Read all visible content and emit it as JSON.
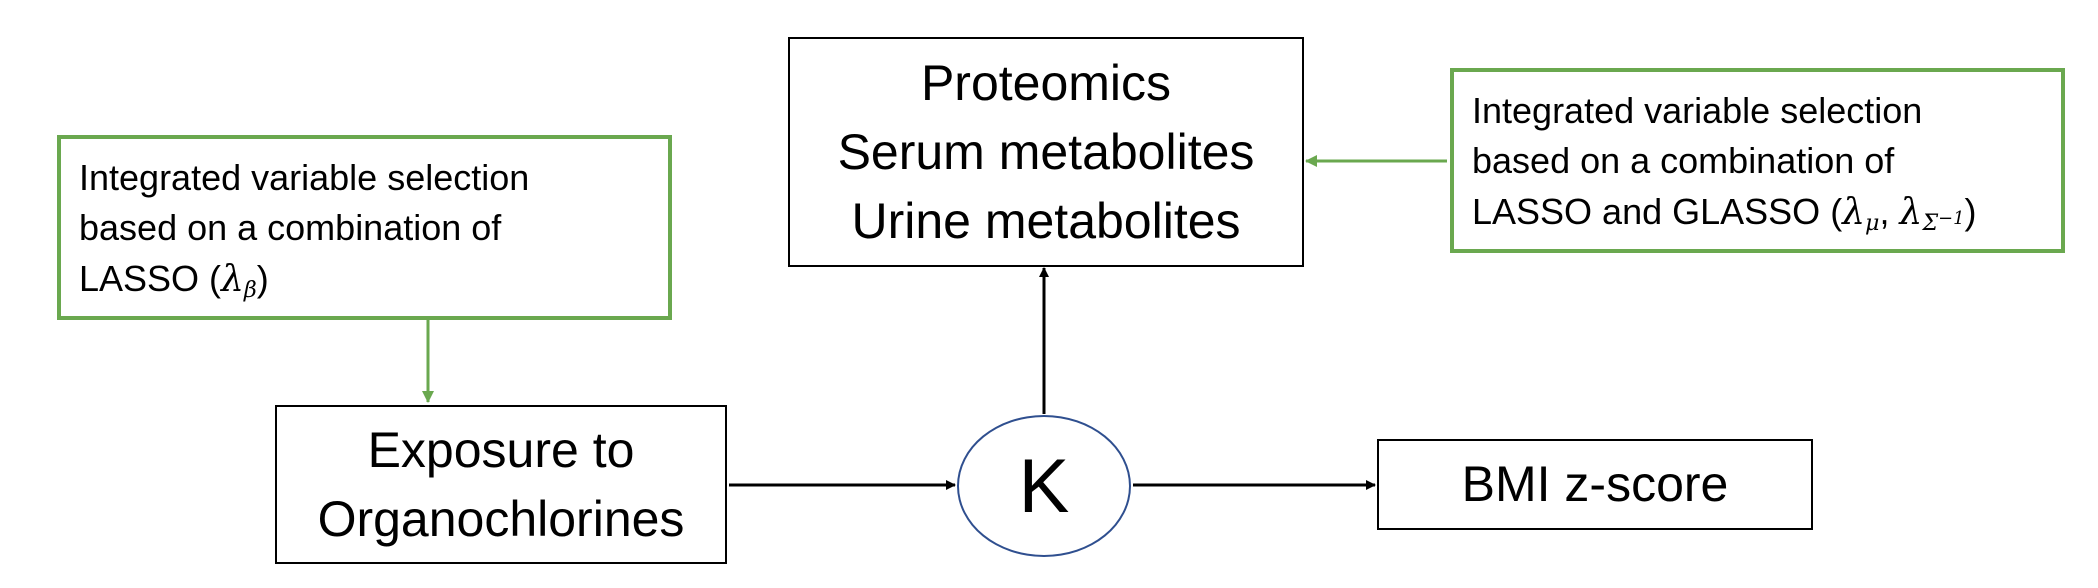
{
  "diagram": {
    "outcome_box": {
      "lines": [
        "Proteomics",
        "Serum metabolites",
        "Urine metabolites"
      ]
    },
    "exposure_box": {
      "lines": [
        "Exposure to",
        "Organochlorines"
      ]
    },
    "latent_node": {
      "label": "K"
    },
    "bmi_box": {
      "label": "BMI z-score"
    },
    "left_note": {
      "line1": "Integrated variable selection",
      "line2": "based on a combination of",
      "line3_prefix": "LASSO (",
      "lambda": "λ",
      "lambda_sub": "β",
      "line3_suffix": ")"
    },
    "right_note": {
      "line1": "Integrated variable selection",
      "line2": "based on a combination of",
      "line3_prefix": "LASSO and GLASSO (",
      "lambda1": "λ",
      "lambda1_sub": "μ",
      "separator": ", ",
      "lambda2": "λ",
      "lambda2_sub": "Σ",
      "lambda2_sup": "−1",
      "line3_suffix": ")"
    },
    "colors": {
      "note_border": "#6aa84f",
      "note_arrow": "#6aa84f",
      "main_border": "#000000",
      "circle_border": "#2f4f8f"
    }
  }
}
